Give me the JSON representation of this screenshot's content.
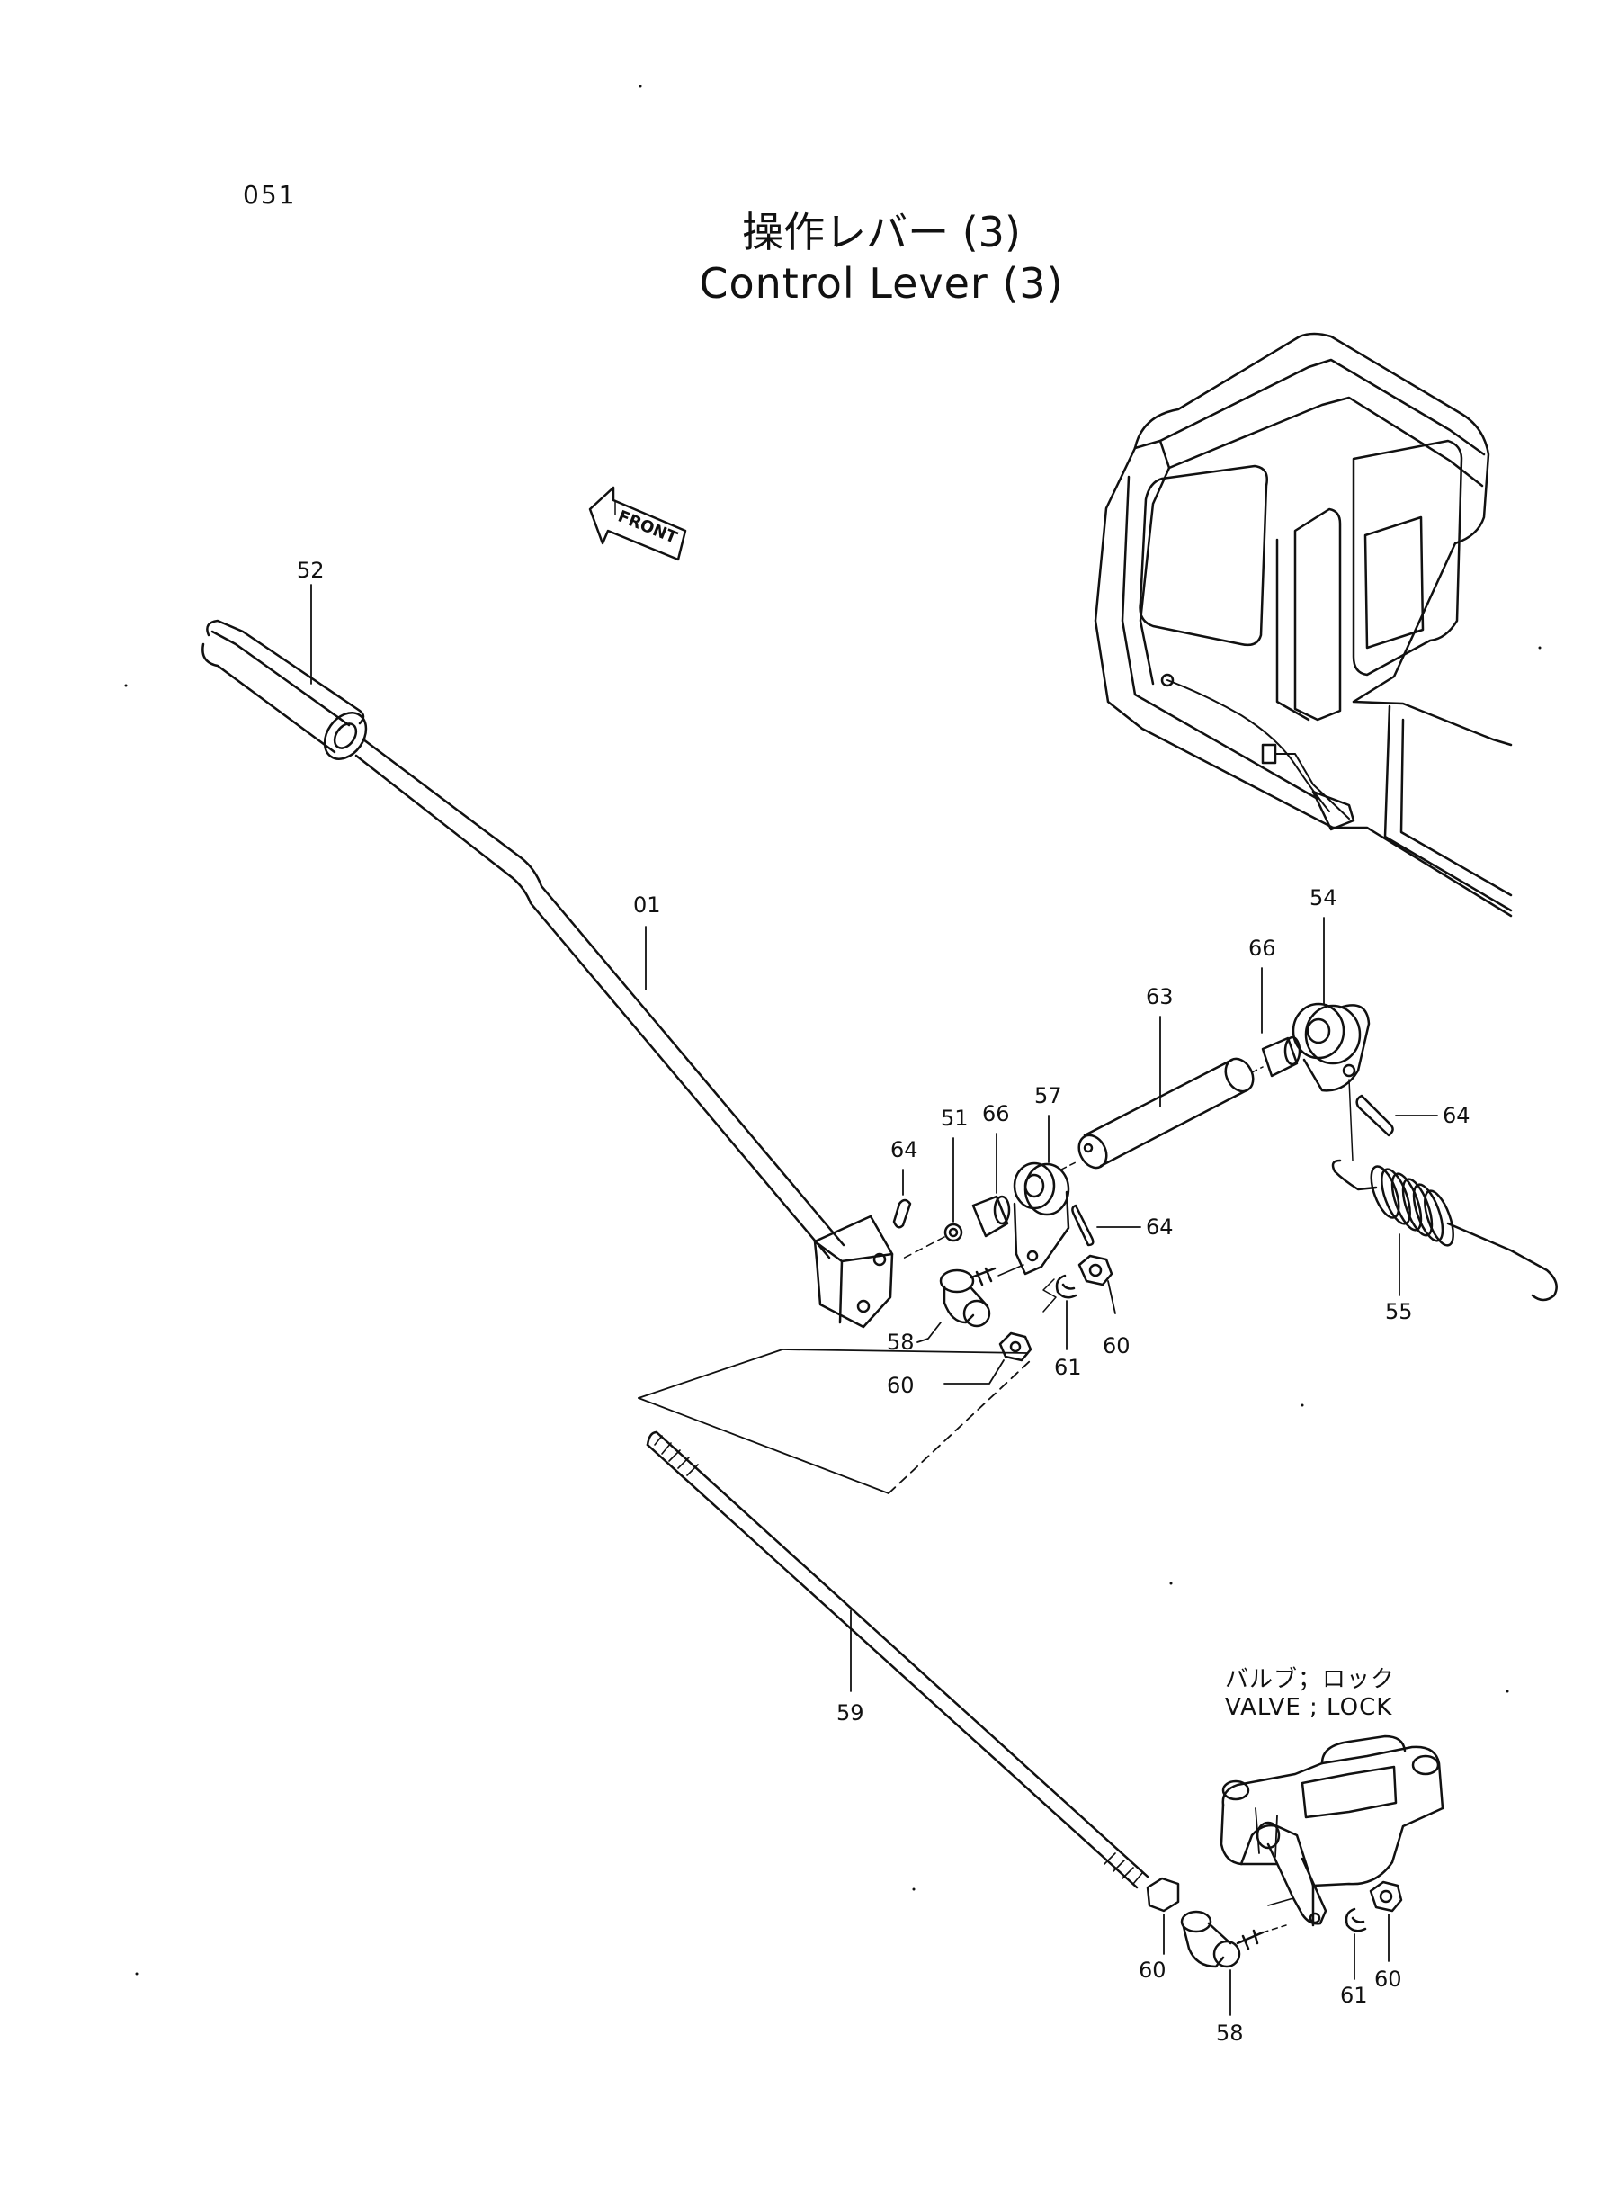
{
  "page_number": "051",
  "title_jp": "操作レバー (3)",
  "title_en": "Control Lever (3)",
  "front_label": "FRONT",
  "valve_note_jp": "バルブ；ロック",
  "valve_note_en": "VALVE ; LOCK",
  "callouts": {
    "c52": "52",
    "c01": "01",
    "c54": "54",
    "c66a": "66",
    "c63": "63",
    "c57": "57",
    "c66b": "66",
    "c51": "51",
    "c64a": "64",
    "c64b": "64",
    "c64c": "64",
    "c55": "55",
    "c58a": "58",
    "c60a": "60",
    "c61a": "61",
    "c60b": "60",
    "c59": "59",
    "c60c": "60",
    "c58b": "58",
    "c61b": "61",
    "c60d": "60"
  }
}
